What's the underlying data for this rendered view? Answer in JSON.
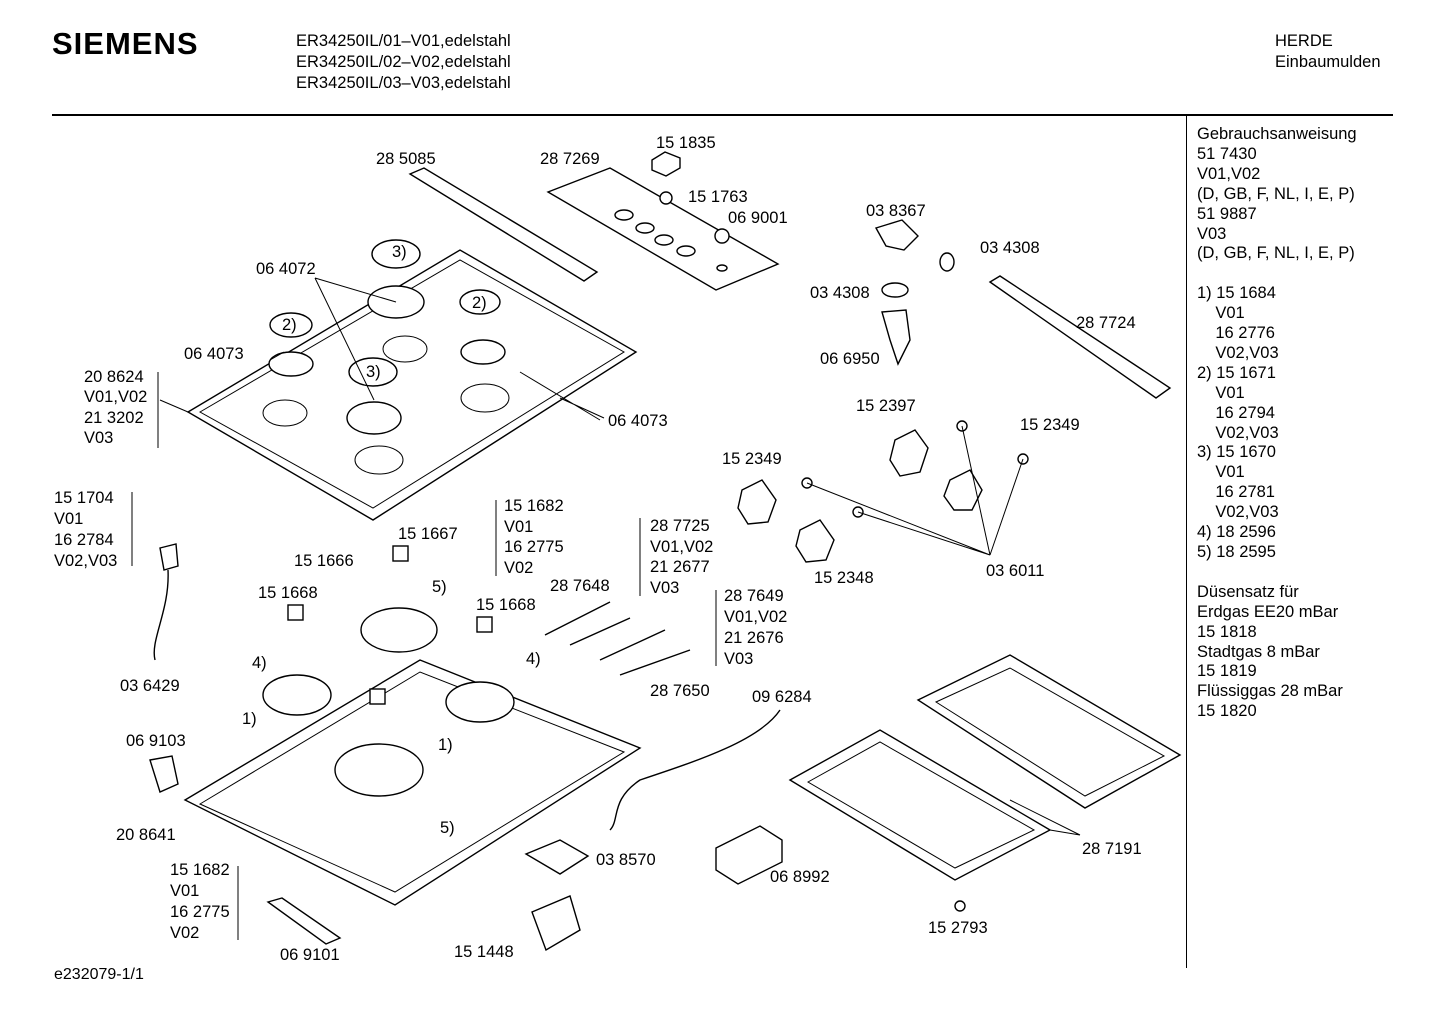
{
  "header": {
    "brand": "SIEMENS",
    "models": [
      "ER34250IL/01–V01,edelstahl",
      "ER34250IL/02–V02,edelstahl",
      "ER34250IL/03–V03,edelstahl"
    ],
    "category": [
      "HERDE",
      "Einbaumulden"
    ]
  },
  "side_panel": {
    "lines": [
      "Gebrauchsanweisung",
      "51 7430",
      "V01,V02",
      "(D, GB, F, NL, I, E, P)",
      "51 9887",
      "V03",
      "(D, GB, F, NL, I, E, P)",
      "",
      "1) 15 1684",
      "    V01",
      "    16 2776",
      "    V02,V03",
      "2) 15 1671",
      "    V01",
      "    16 2794",
      "    V02,V03",
      "3) 15 1670",
      "    V01",
      "    16 2781",
      "    V02,V03",
      "4) 18 2596",
      "5) 18 2595",
      "",
      "Düsensatz für",
      "Erdgas EE20 mBar",
      "15 1818",
      "Stadtgas 8 mBar",
      "15 1819",
      "Flüssiggas 28 mBar",
      "15 1820"
    ]
  },
  "labels": {
    "l_285085": "28 5085",
    "l_287269": "28 7269",
    "l_151835": "15 1835",
    "l_151763": "15 1763",
    "l_069001": "06 9001",
    "l_038367": "03 8367",
    "l_034308a": "03 4308",
    "l_034308b": "03 4308",
    "l_287724": "28 7724",
    "l_066950": "06 6950",
    "l_064072": "06 4072",
    "l_064073a": "06 4073",
    "l_064073b": "06 4073",
    "l_208624": "20 8624",
    "l_v01v02a": "V01,V02",
    "l_213202": "21 3202",
    "l_v03a": "V03",
    "l_c3a": "3)",
    "l_c2a": "2)",
    "l_c2b": "2)",
    "l_c3b": "3)",
    "l_152397": "15 2397",
    "l_152349a": "15 2349",
    "l_152349b": "15 2349",
    "l_152348": "15 2348",
    "l_036011": "03 6011",
    "l_151704": "15 1704",
    "l_v01a": "V01",
    "l_162784": "16 2784",
    "l_v02v03": "V02,V03",
    "l_036429": "03 6429",
    "l_151682a": "15 1682",
    "l_v01b": "V01",
    "l_162775a": "16 2775",
    "l_v02a": "V02",
    "l_151667": "15 1667",
    "l_151666": "15 1666",
    "l_151668a": "15 1668",
    "l_151668b": "15 1668",
    "l_287725": "28 7725",
    "l_v01v02b": "V01,V02",
    "l_212677": "21 2677",
    "l_v03b": "V03",
    "l_287648": "28 7648",
    "l_287649": "28 7649",
    "l_v01v02c": "V01,V02",
    "l_212676": "21 2676",
    "l_v03c": "V03",
    "l_287650": "28 7650",
    "l_c5a": "5)",
    "l_c4a": "4)",
    "l_c4b": "4)",
    "l_c1a": "1)",
    "l_c1b": "1)",
    "l_c5b": "5)",
    "l_069103": "06 9103",
    "l_208641": "20 8641",
    "l_151682b": "15 1682",
    "l_v01c": "V01",
    "l_162775b": "16 2775",
    "l_v02b": "V02",
    "l_069101": "06 9101",
    "l_096284": "09 6284",
    "l_038570": "03 8570",
    "l_068992": "06 8992",
    "l_151448": "15 1448",
    "l_287191": "28 7191",
    "l_152793": "15 2793"
  },
  "footer": {
    "code": "e232079-1/1"
  }
}
